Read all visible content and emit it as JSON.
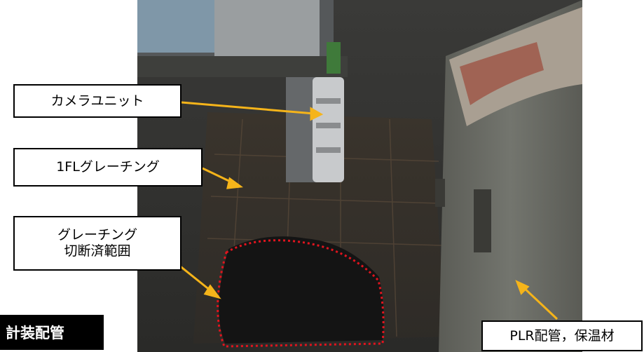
{
  "labels": {
    "camera_unit": "カメラユニット",
    "grating_1fl": "1FLグレーチング",
    "grating_cut_line1": "グレーチング",
    "grating_cut_line2": "切断済範囲",
    "plr_piping": "PLR配管，保温材",
    "instrument_piping": "計装配管"
  },
  "colors": {
    "arrow": "#f5b41a",
    "cut_outline": "#e0141e"
  }
}
